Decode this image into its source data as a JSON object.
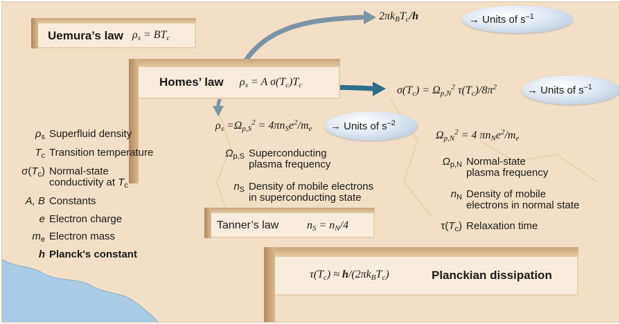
{
  "laws": {
    "uemura": {
      "name": "Uemura’s law",
      "eq": "ρ<sub>s</sub> = <i>BT</i><sub>c</sub>"
    },
    "homes": {
      "name": "Homes’ law",
      "eq": "ρ<sub>s</sub> = <i>A</i> σ(<i>T</i><sub>c</sub>)<i>T</i><sub>c</sub>"
    },
    "tanner": {
      "name": "Tanner’s law",
      "eq": "<i>n</i><sub>S</sub> = <i>n</i><sub>N</sub>/4"
    },
    "planckian": {
      "eq": "τ(<i>T</i><sub>c</sub>) ≈ <b><i>h</i></b>/(2π<i>k</i><sub>B</sub><i>T</i><sub>c</sub>)",
      "name": "Planckian dissipation"
    }
  },
  "equations": {
    "planck_rate": "2π<i>k</i><sub>B</sub><i>T</i><sub>c</sub>/<b><i>h</i></b>",
    "conductivity": "σ(<i>T</i><sub>c</sub>) = <i>Ω</i><sub>p,N</sub><sup>2</sup> τ(<i>T</i><sub>c</sub>)/8π<sup>2</sup>",
    "superfluid": "ρ<sub>s</sub> =<i>Ω</i><sub>p,S</sub><sup>2</sup> = 4π<i>n</i><sub>S</sub><i>e</i><sup>2</sup>/<i>m</i><sub>e</sub>",
    "normal_plasma": "<i>Ω</i><sub>p,N</sub><sup>2</sup> = 4 π<i>n</i><sub>N</sub><i>e</i><sup>2</sup>/<i>m</i><sub>e</sub>"
  },
  "units": {
    "u1": "→ Units of s<sup>–1</sup>",
    "u2": "→ Units of s<sup>–1</sup>",
    "u3": "→ Units of s<sup>–2</sup>"
  },
  "left_defs": [
    {
      "sym": "<i>ρ</i><sub>s</sub>",
      "text": "Superfluid density"
    },
    {
      "sym": "<i>T</i><sub>c</sub>",
      "text": "Transition temperature"
    },
    {
      "sym": "σ(<i>T</i><sub>c</sub>)",
      "text": "Normal-state<br>conductivity at <i>T</i><sub>c</sub>"
    },
    {
      "sym": "<i>A, B</i>",
      "text": "Constants"
    },
    {
      "sym": "<i>e</i>",
      "text": "Electron charge"
    },
    {
      "sym": "<i>m</i><sub>e</sub>",
      "text": "Electron mass"
    },
    {
      "sym": "<b><i>h</i></b>",
      "text": "<b>Planck's constant</b>"
    }
  ],
  "mid_defs": [
    {
      "sym": "<i>Ω</i><sub>p,S</sub>",
      "text": "Superconducting<br>plasma frequency"
    },
    {
      "sym": "<i>n</i><sub>S</sub>",
      "text": "Density of mobile electrons<br>in superconducting state"
    }
  ],
  "right_defs": [
    {
      "sym": "<i>Ω</i><sub>p,N</sub>",
      "text": "Normal-state<br>plasma frequency"
    },
    {
      "sym": "<i>n</i><sub>N</sub>",
      "text": "Density of mobile<br>electrons in normal state"
    },
    {
      "sym": "τ(<i>T</i><sub>c</sub>)",
      "text": "Relaxation time"
    }
  ],
  "colors": {
    "background": "#f3dfc6",
    "ocean": "#a9cbe6",
    "arrow_teal": "#2d6e8a",
    "arrow_gray": "#7b93a6",
    "block_side": "#b08a5e"
  }
}
